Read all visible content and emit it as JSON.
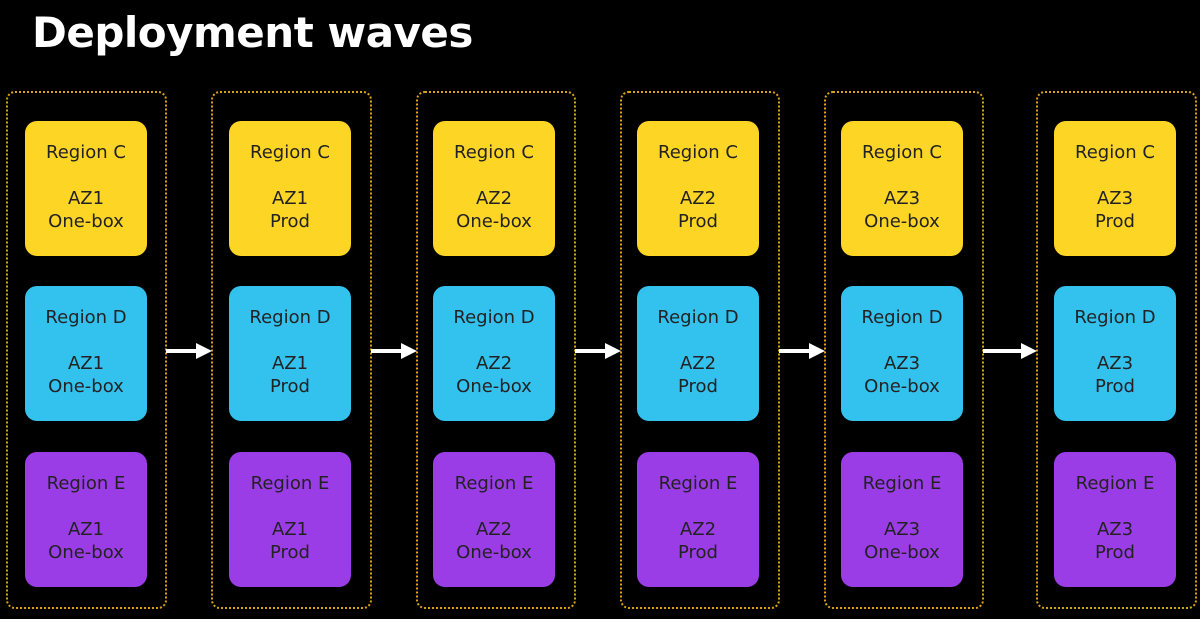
{
  "title": "Deployment waves",
  "colors": {
    "background": "#000000",
    "wave_border": "#d9a21b",
    "region_c": "#fdd625",
    "region_d": "#33c2ee",
    "region_e": "#9b3de6",
    "arrow": "#ffffff"
  },
  "waves": [
    {
      "boxes": [
        {
          "region": "Region C",
          "az": "AZ1",
          "stage": "One-box",
          "color_key": "region_c"
        },
        {
          "region": "Region D",
          "az": "AZ1",
          "stage": "One-box",
          "color_key": "region_d"
        },
        {
          "region": "Region E",
          "az": "AZ1",
          "stage": "One-box",
          "color_key": "region_e"
        }
      ]
    },
    {
      "boxes": [
        {
          "region": "Region C",
          "az": "AZ1",
          "stage": "Prod",
          "color_key": "region_c"
        },
        {
          "region": "Region D",
          "az": "AZ1",
          "stage": "Prod",
          "color_key": "region_d"
        },
        {
          "region": "Region E",
          "az": "AZ1",
          "stage": "Prod",
          "color_key": "region_e"
        }
      ]
    },
    {
      "boxes": [
        {
          "region": "Region C",
          "az": "AZ2",
          "stage": "One-box",
          "color_key": "region_c"
        },
        {
          "region": "Region D",
          "az": "AZ2",
          "stage": "One-box",
          "color_key": "region_d"
        },
        {
          "region": "Region E",
          "az": "AZ2",
          "stage": "One-box",
          "color_key": "region_e"
        }
      ]
    },
    {
      "boxes": [
        {
          "region": "Region C",
          "az": "AZ2",
          "stage": "Prod",
          "color_key": "region_c"
        },
        {
          "region": "Region D",
          "az": "AZ2",
          "stage": "Prod",
          "color_key": "region_d"
        },
        {
          "region": "Region E",
          "az": "AZ2",
          "stage": "Prod",
          "color_key": "region_e"
        }
      ]
    },
    {
      "boxes": [
        {
          "region": "Region C",
          "az": "AZ3",
          "stage": "One-box",
          "color_key": "region_c"
        },
        {
          "region": "Region D",
          "az": "AZ3",
          "stage": "One-box",
          "color_key": "region_d"
        },
        {
          "region": "Region E",
          "az": "AZ3",
          "stage": "One-box",
          "color_key": "region_e"
        }
      ]
    },
    {
      "boxes": [
        {
          "region": "Region C",
          "az": "AZ3",
          "stage": "Prod",
          "color_key": "region_c"
        },
        {
          "region": "Region D",
          "az": "AZ3",
          "stage": "Prod",
          "color_key": "region_d"
        },
        {
          "region": "Region E",
          "az": "AZ3",
          "stage": "Prod",
          "color_key": "region_e"
        }
      ]
    }
  ],
  "arrows": [
    {
      "icon": "arrow-right-icon"
    },
    {
      "icon": "arrow-right-icon"
    },
    {
      "icon": "arrow-right-icon"
    },
    {
      "icon": "arrow-right-icon"
    },
    {
      "icon": "arrow-right-icon"
    }
  ]
}
